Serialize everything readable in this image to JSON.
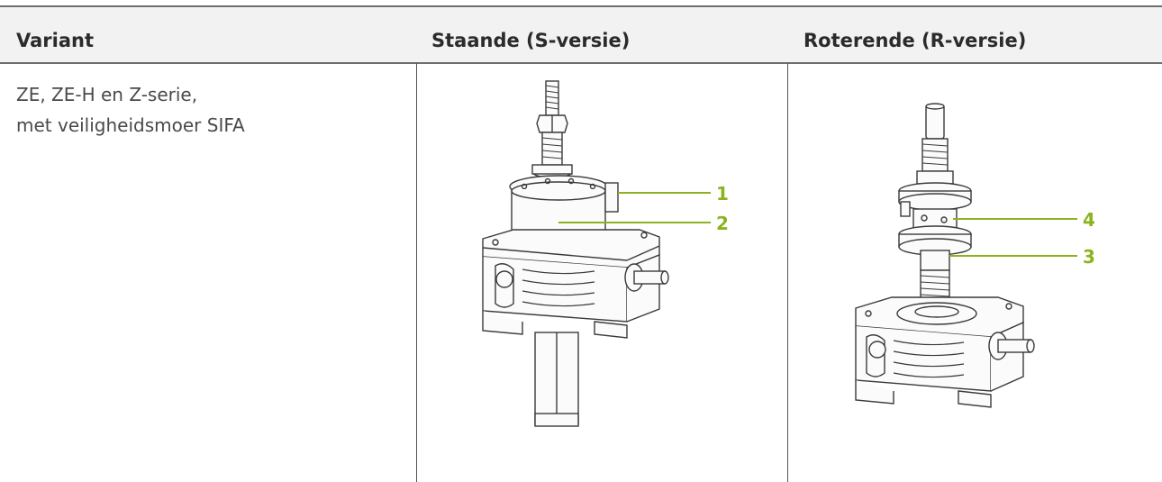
{
  "table": {
    "headers": {
      "variant": "Variant",
      "standing": "Staande (S-versie)",
      "rotating": "Roterende (R-versie)"
    },
    "row": {
      "variant_line1": "ZE, ZE-H en Z-serie,",
      "variant_line2": "met veiligheidsmoer SIFA"
    }
  },
  "callouts": {
    "standing": [
      "1",
      "2"
    ],
    "rotating": [
      "4",
      "3"
    ]
  },
  "colors": {
    "header_bg": "#f2f2f2",
    "rule": "#6e6e6e",
    "callout": "#8cb31e"
  }
}
